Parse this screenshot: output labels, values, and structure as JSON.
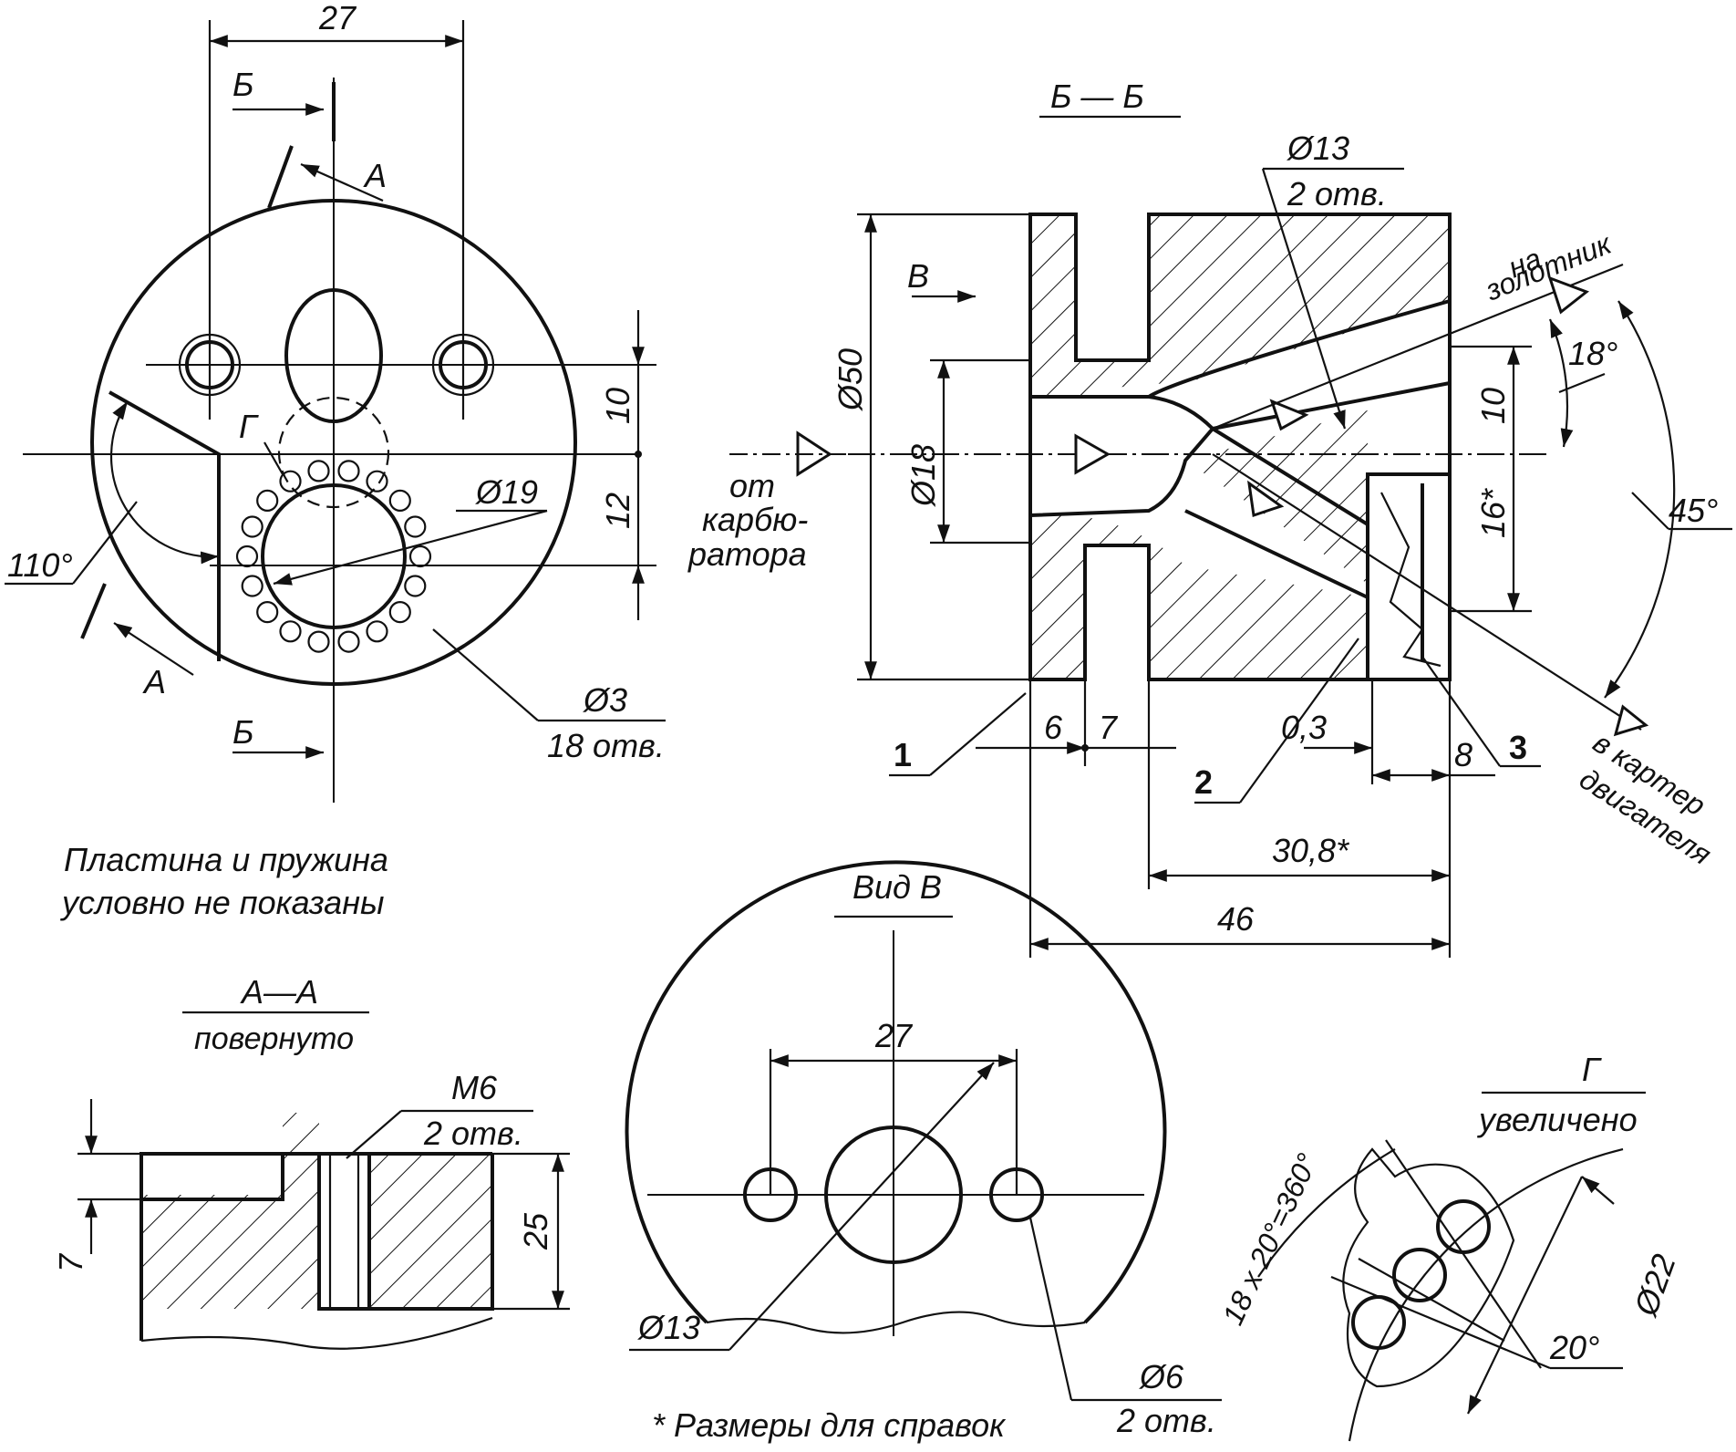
{
  "front_view": {
    "dim_27": "27",
    "section_b": "Б",
    "section_b_bottom": "Б",
    "section_a": "А",
    "section_a_bottom": "А",
    "detail_g": "Г",
    "dim_10": "10",
    "dim_12": "12",
    "dia_19": "Ø19",
    "angle_110": "110°",
    "dia_3": "Ø3",
    "holes_18": "18 отв.",
    "from_line1": "от",
    "from_line2": "карбю-",
    "from_line3": "ратора",
    "note_line1": "Пластина и пружина",
    "note_line2": "условно не показаны"
  },
  "section_bb": {
    "title": "Б — Б",
    "dia_13": "Ø13",
    "holes_2": "2 отв.",
    "view_v": "В",
    "dia_50": "Ø50",
    "dia_18": "Ø18",
    "dim_10": "10",
    "dim_16": "16*",
    "angle_18": "18°",
    "angle_45": "45°",
    "to_valve_line1": "на",
    "to_valve_line2": "золотник",
    "to_crank_line1": "в картер",
    "to_crank_line2": "двигателя",
    "dim_6": "6",
    "dim_7": "7",
    "dim_03": "0,3",
    "dim_8": "8",
    "dim_308": "30,8*",
    "dim_46": "46",
    "pos_1": "1",
    "pos_2": "2",
    "pos_3": "3"
  },
  "section_aa": {
    "title": "А—А",
    "subtitle": "повернуто",
    "thread": "М6",
    "holes": "2 отв.",
    "dim_7": "7",
    "dim_25": "25"
  },
  "view_v": {
    "title": "Вид В",
    "dim_27": "27",
    "dia_13": "Ø13",
    "dia_6": "Ø6",
    "holes": "2 отв."
  },
  "detail_g": {
    "title": "Г",
    "subtitle": "увеличено",
    "angle_formula": "18 x 20°=360°",
    "dia_22": "Ø22",
    "angle_20": "20°"
  },
  "footnote": "* Размеры для справок"
}
